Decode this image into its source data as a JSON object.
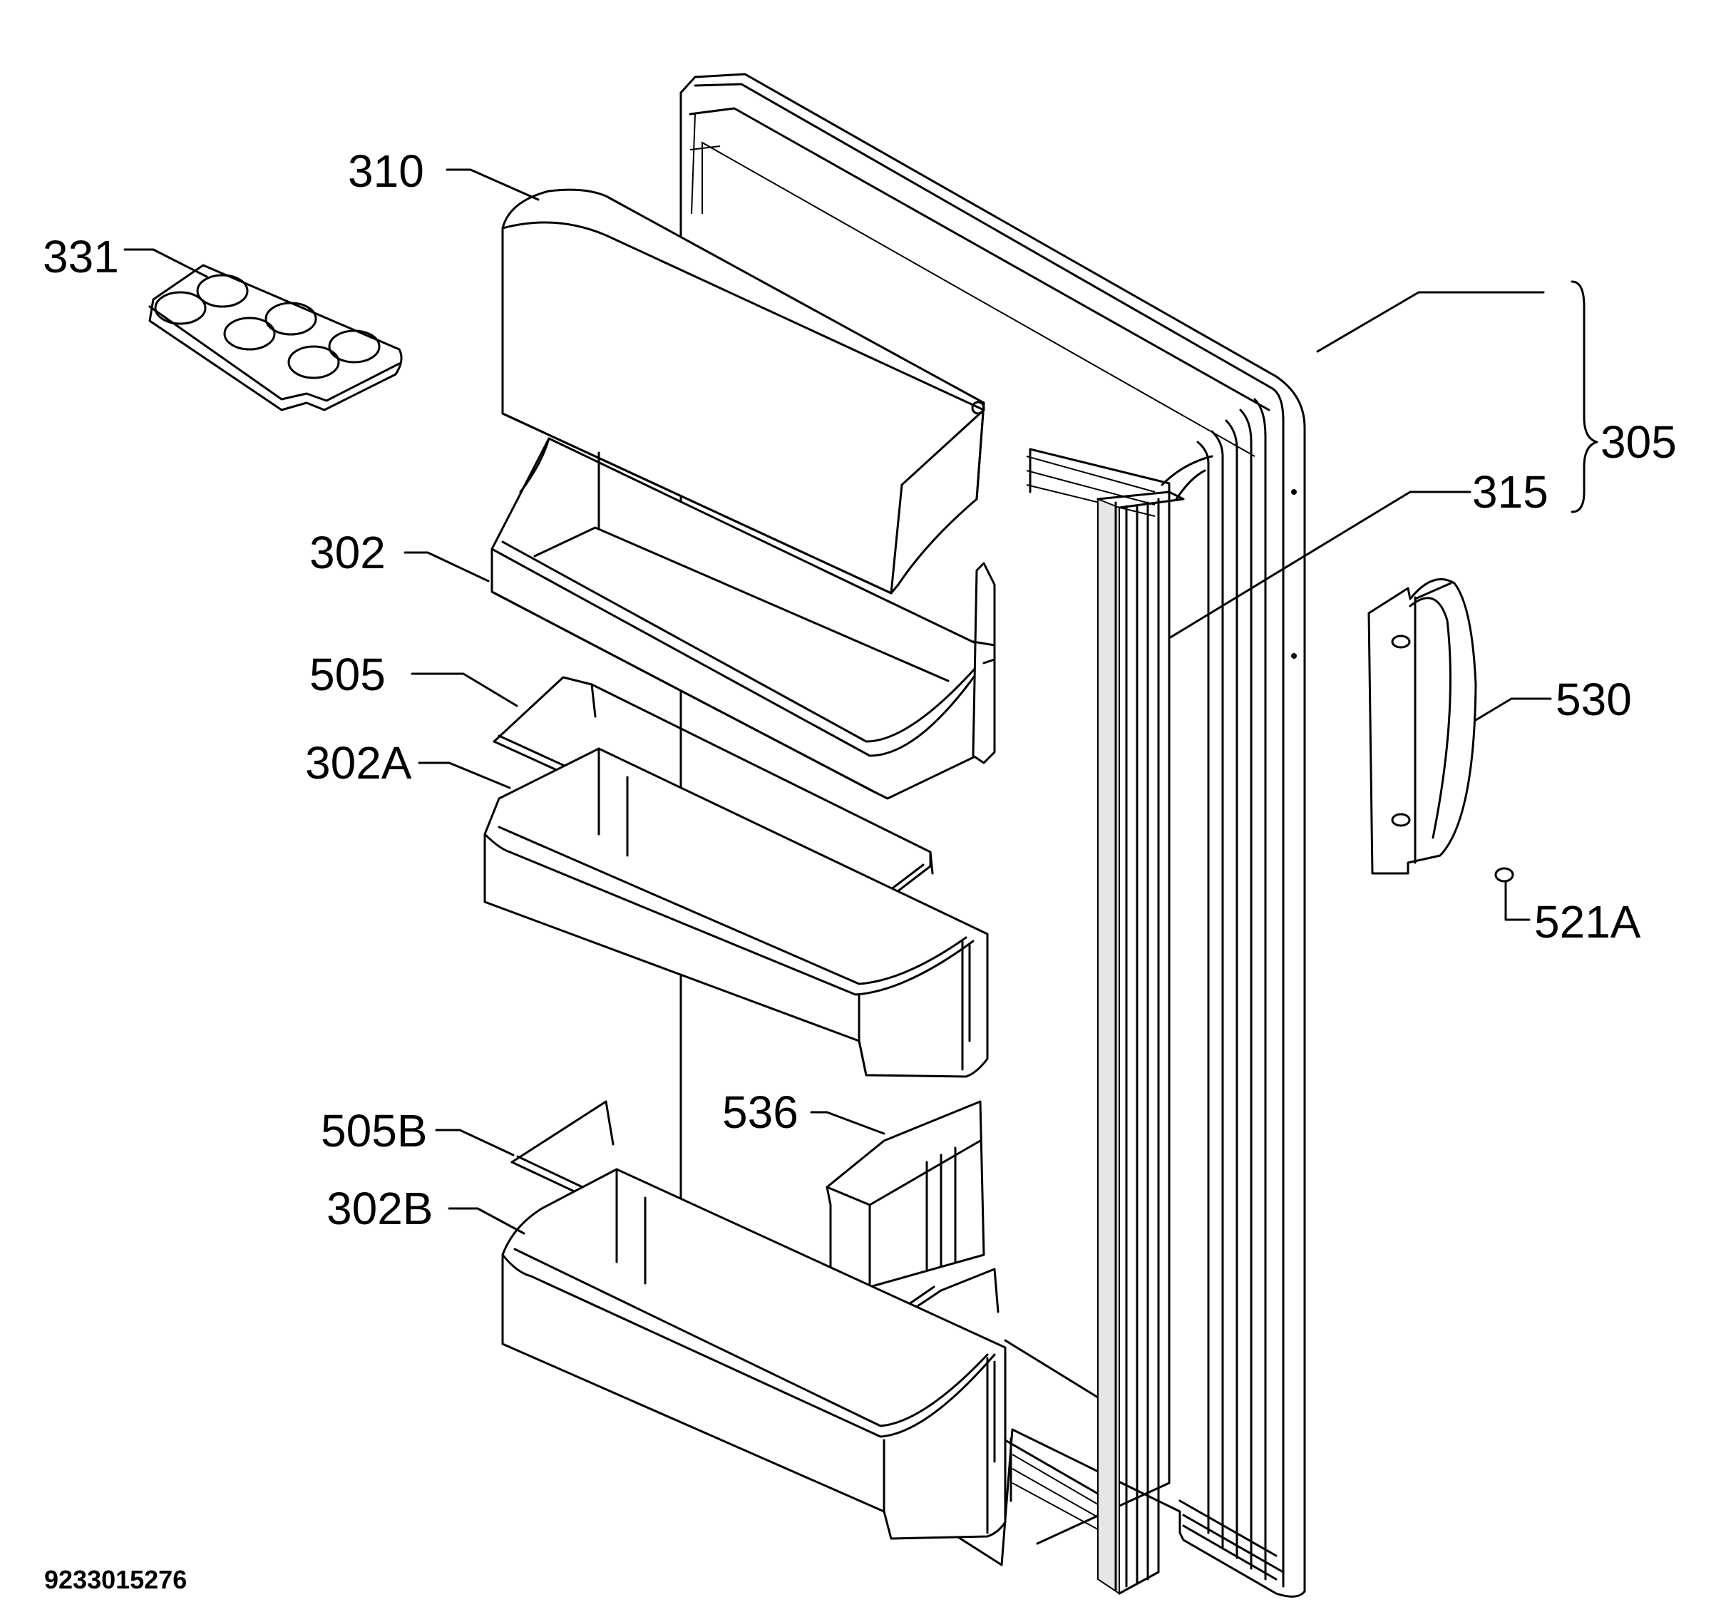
{
  "drawing_number": "9233015276",
  "callouts": {
    "p310": "310",
    "p331": "331",
    "p302": "302",
    "p505": "505",
    "p302a": "302A",
    "p505b": "505B",
    "p302b": "302B",
    "p536": "536",
    "p305": "305",
    "p315": "315",
    "p530": "530",
    "p521a": "521A"
  },
  "parts": [
    {
      "id": "door",
      "callout": "305"
    },
    {
      "id": "door-gasket",
      "callout": "315"
    },
    {
      "id": "dairy-compartment-flap",
      "callout": "310"
    },
    {
      "id": "egg-tray",
      "callout": "331"
    },
    {
      "id": "upper-door-shelf",
      "callout": "302"
    },
    {
      "id": "upper-bottle-retainer",
      "callout": "505"
    },
    {
      "id": "middle-door-shelf",
      "callout": "302A"
    },
    {
      "id": "lower-bottle-retainer",
      "callout": "505B"
    },
    {
      "id": "lower-door-shelf",
      "callout": "302B"
    },
    {
      "id": "bottle-divider",
      "callout": "536"
    },
    {
      "id": "door-handle",
      "callout": "530"
    },
    {
      "id": "handle-screw-cap",
      "callout": "521A"
    }
  ]
}
